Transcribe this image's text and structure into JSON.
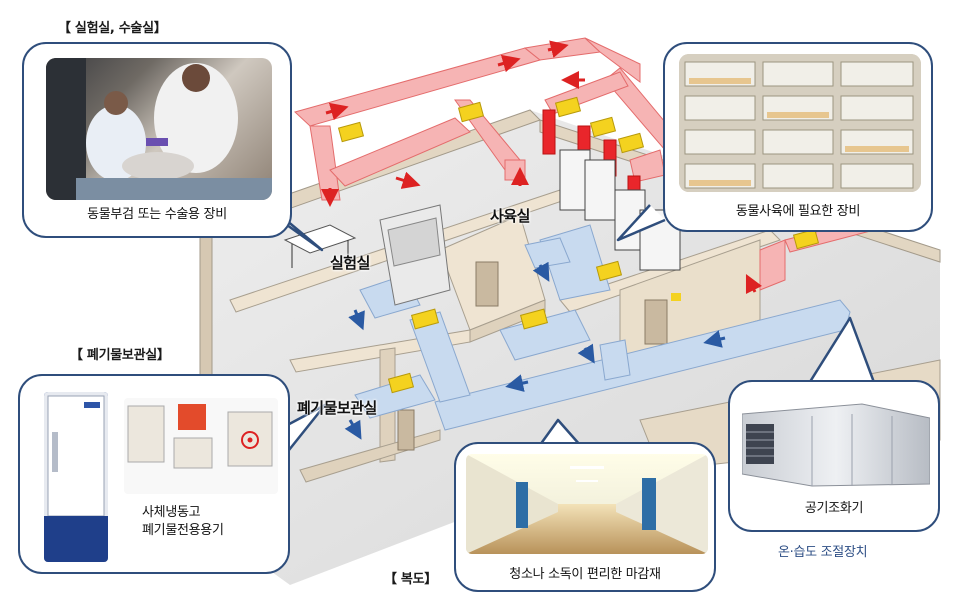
{
  "section_labels": {
    "lab_surgery": "【 실험실, 수술실】",
    "waste_room": "【 폐기물보관실】",
    "corridor": "【 복도】"
  },
  "room_labels": {
    "housing": "사육실",
    "lab": "실험실",
    "waste": "폐기물보관실"
  },
  "callouts": {
    "surgery_equipment": "동물부검 또는 수술용 장비",
    "housing_equipment": "동물사육에 필요한 장비",
    "freezer_line1": "사체냉동고",
    "freezer_line2": "폐기물전용용기",
    "corridor_finish": "청소나 소독이 편리한 마감재",
    "air_handler": "공기조화기"
  },
  "hvac_note": "온·습도 조절장치",
  "colors": {
    "callout_border": "#2f4e7c",
    "supply_duct": "#f6a7a7",
    "exhaust_duct": "#b9d0ea",
    "damper": "#f4d21f",
    "hvac_note": "#2e4f86"
  },
  "icons": [
    "red-arrow-icon",
    "blue-arrow-icon",
    "biohazard-icon"
  ]
}
